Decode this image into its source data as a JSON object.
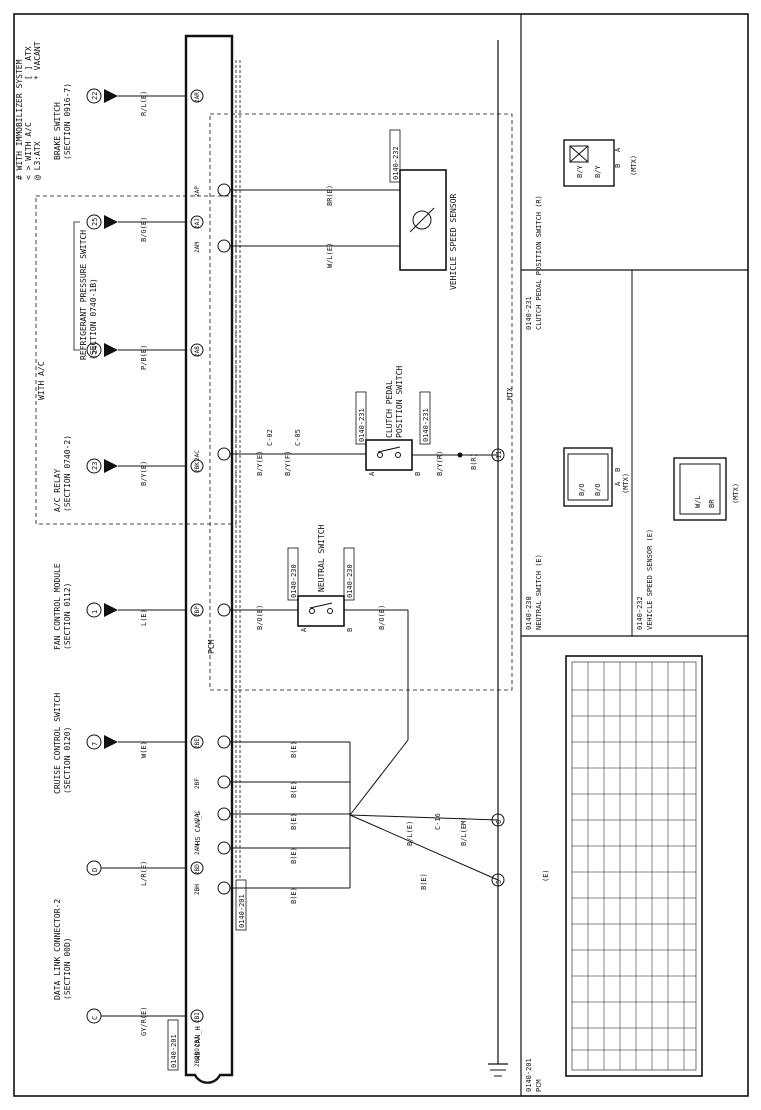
{
  "legend": {
    "l1": "# WITH IMMOBILIZER SYSTEM",
    "l2": "< > WITH A/C",
    "l2b": "[ ] ATX",
    "l3": "@ L3:ATX",
    "l3b": "* VACANT"
  },
  "pcm_label": "PCM",
  "components": {
    "brake": {
      "name": "BRAKE SWITCH",
      "section": "(SECTION 0916-7)",
      "terminal": "22",
      "wire": "R/L(E)"
    },
    "refrig": {
      "name": "REFRIGERANT PRESSURE SWITCH",
      "section": "(SECTION 0740-1B)",
      "t1": "25",
      "w1": "B/G(E)",
      "t2": "24",
      "w2": "P/B(E)"
    },
    "with_ac": "WITH A/C",
    "acrelay": {
      "name": "A/C RELAY",
      "section": "(SECTION 0740-2)",
      "terminal": "23",
      "wire": "B/Y(E)"
    },
    "fan": {
      "name": "FAN CONTROL MODULE",
      "section": "(SECTION 0112)",
      "terminal": "1",
      "wire": "L(E)"
    },
    "cruise": {
      "name": "CRUISE CONTROL SWITCH",
      "section": "(SECTION 0120)",
      "terminal": "7",
      "wire": "W(E)"
    },
    "dlc": {
      "name": "DATA LINK CONNECTOR-2",
      "section": "(SECTION 00D)",
      "t1": "D",
      "w1": "L/R(E)",
      "t2": "C",
      "w2": "GY/R(E)"
    }
  },
  "pcm_pins": [
    "2AR",
    "2AP",
    "2AJ",
    "2AM",
    "2AB",
    "2AC",
    "2BK",
    "2BP",
    "2BE",
    "2BF",
    "2AC",
    "2AN",
    "2BD",
    "2BH",
    "2BI",
    "2BJ",
    "2BO",
    "2BG"
  ],
  "can": {
    "hs_l": "HS CAN_L",
    "hs_h": "HS CAN_H"
  },
  "conn_codes": {
    "c201": "0140-201",
    "c230": "0140-230",
    "c231": "0140-231",
    "c232": "0140-232"
  },
  "neutral": {
    "name": "NEUTRAL SWITCH",
    "wA": "B/O(E)",
    "wB": "B/O(E)",
    "pinA": "A",
    "pinB": "B"
  },
  "clutch": {
    "name1": "CLUTCH PEDAL",
    "name2": "POSITION SWITCH",
    "w1": "B/Y(E)",
    "w2": "B/Y(F)",
    "w3": "B/Y(R)",
    "w4": "B(R)",
    "c02": "C-02",
    "c05": "C-05",
    "pinA": "A",
    "pinB": "B"
  },
  "vss": {
    "name": "VEHICLE SPEED SENSOR",
    "w1": "BR(E)",
    "w2": "W/L(E)"
  },
  "grounds": {
    "g11": "11",
    "g6": "6",
    "g5": "5",
    "c16": "C-16",
    "wBL": "B/L(E)",
    "wBLM": "B/L(EM)",
    "wB": "B(E)",
    "mtx": "MTX"
  },
  "ground_wires": [
    "B(E)",
    "B(E)",
    "B(E)",
    "B(E)",
    "B(E)",
    "B(E)"
  ],
  "panels": {
    "p231": {
      "code": "0140-231",
      "title": "CLUTCH PEDAL POSITION SWITCH (R)",
      "pins": [
        "B/Y",
        "B/Y",
        "B",
        "A"
      ],
      "note": "(MTX)"
    },
    "p230": {
      "code": "0140-230",
      "title": "NEUTRAL SWITCH (E)",
      "pins": [
        "B/O",
        "B/O",
        "A",
        "B"
      ],
      "note": "(MTX)"
    },
    "p232": {
      "code": "0140-232",
      "title": "VEHICLE SPEED SENSOR (E)",
      "pins": [
        "W/L",
        "BR"
      ],
      "note": "(MTX)"
    },
    "p201": {
      "code": "0140-201",
      "title": "PCM",
      "note": "(E)"
    }
  }
}
